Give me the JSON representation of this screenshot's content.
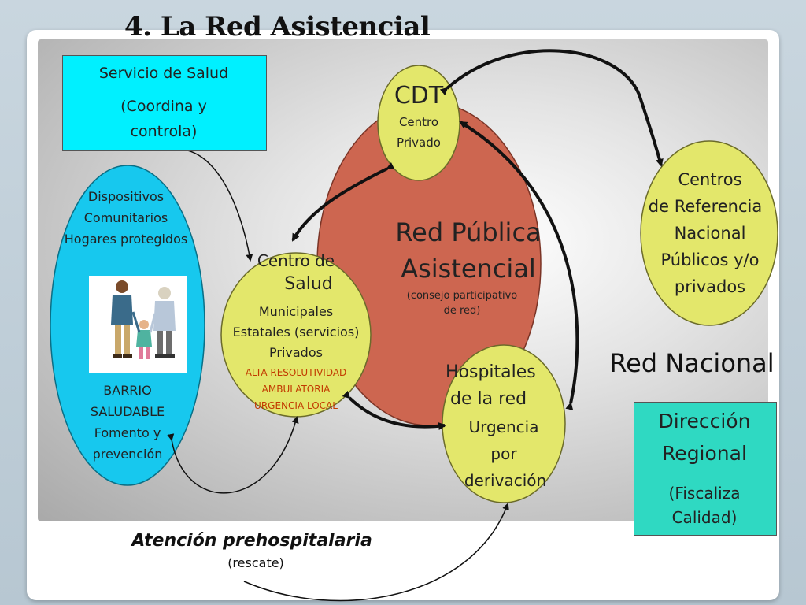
{
  "title": "4. La Red Asistencial",
  "servicio": {
    "line1": "Servicio de Salud",
    "line2": "(Coordina y",
    "line3": "controla)"
  },
  "barrio": {
    "top1": "Dispositivos",
    "top2": "Comunitarios",
    "top3": "Hogares protegidos",
    "b1": "BARRIO",
    "b2": "SALUDABLE",
    "b3": "Fomento y",
    "b4": "prevención"
  },
  "cdt": {
    "title": "CDT",
    "line1": "Centro",
    "line2": "Privado"
  },
  "red_publica": {
    "line1": "Red Pública",
    "line2": "Asistencial",
    "line3": "(consejo participativo",
    "line4": "de red)"
  },
  "centro_salud": {
    "line1": "Centro de",
    "line2": "Salud",
    "line3": "Municipales",
    "line4": "Estatales (servicios)",
    "line5": "Privados",
    "line6": "ALTA RESOLUTIVIDAD",
    "line7": "AMBULATORIA",
    "line8": "URGENCIA LOCAL"
  },
  "hospitales": {
    "line1": "Hospitales",
    "line2": "de la red",
    "line3": "Urgencia",
    "line4": "por",
    "line5": "derivación"
  },
  "referencia": {
    "line1": "Centros",
    "line2": "de Referencia",
    "line3": "Nacional",
    "line4": "Públicos y/o",
    "line5": "privados"
  },
  "red_nacional": "Red Nacional",
  "direccion": {
    "line1": "Dirección",
    "line2": "Regional",
    "line3": "(Fiscaliza",
    "line4": "Calidad)"
  },
  "prehospital": {
    "line1": "Atención prehospitalaria",
    "line2": "(rescate)"
  },
  "colors": {
    "cyan_box": "#00f0ff",
    "teal_box": "#2fd9c2",
    "yellow_node": "#e3e76b",
    "blue_node": "#17c8ee",
    "red_node": "#cd6650",
    "orange_text": "#c23a00"
  }
}
